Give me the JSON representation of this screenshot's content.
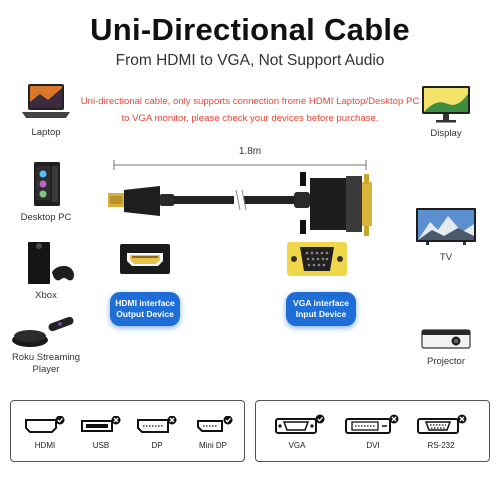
{
  "title": "Uni-Directional Cable",
  "subtitle": "From HDMI to VGA, Not Support Audio",
  "note": "Uni-directional cable, only supports connection frome HDMI Laptop/Desktop PC to VGA monitor, please check your devices before purchase.",
  "length": "1.8m",
  "source_devices": [
    {
      "label": "Laptop"
    },
    {
      "label": "Desktop PC"
    },
    {
      "label": "Xbox"
    },
    {
      "label": "Roku Streaming Player"
    }
  ],
  "target_devices": [
    {
      "label": "Display"
    },
    {
      "label": "TV"
    },
    {
      "label": "Projector"
    }
  ],
  "badges": {
    "hdmi": {
      "line1": "HDMI interface",
      "line2": "Output Device"
    },
    "vga": {
      "line1": "VGA interface",
      "line2": "Input Device"
    }
  },
  "input_ports": [
    {
      "label": "HDMI",
      "supported": true
    },
    {
      "label": "USB",
      "supported": false
    },
    {
      "label": "DP",
      "supported": false
    },
    {
      "label": "Mini DP",
      "supported": true
    }
  ],
  "output_ports": [
    {
      "label": "VGA",
      "supported": true
    },
    {
      "label": "DVI",
      "supported": false
    },
    {
      "label": "RS-232",
      "supported": false
    }
  ],
  "colors": {
    "badge": "#1f6dd6",
    "note": "#e5473a",
    "vga_port": "#f0d64a",
    "gold": "#d8b53a"
  }
}
